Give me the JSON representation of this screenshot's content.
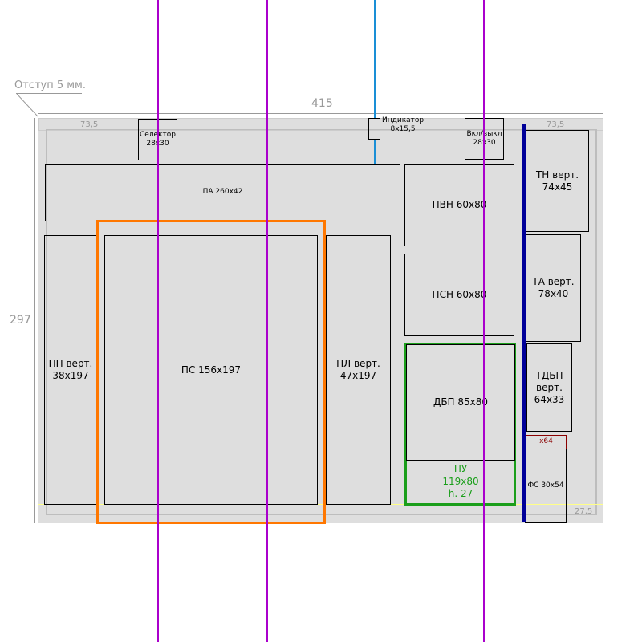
{
  "annotations": {
    "margin_label": "Отступ 5 мм.",
    "width_label": "415",
    "height_label": "297",
    "top_left_offset": "73,5",
    "top_right_offset": "73,5",
    "bottom_right_offset": "27,5"
  },
  "blocks": {
    "selector": "Селектор\n28x30",
    "indicator": "Индикатор\n8x15,5",
    "switch": "Вкл/выкл\n28x30",
    "pa": "ПА 260x42",
    "pvn": "ПВН 60x80",
    "psn": "ПСН 60x80",
    "dbp": "ДБП 85x80",
    "pu": "ПУ\n119x80\nh. 27",
    "tn": "ТН верт.\n74x45",
    "ta": "ТА верт.\n78x40",
    "tdbp": "ТДБП\nверт.\n64x33",
    "x64": "x64",
    "fs": "ФС 30x54",
    "pp": "ПП верт.\n38x197",
    "ps": "ПС 156x197",
    "pl": "ПЛ верт.\n47x197"
  },
  "colors": {
    "purple": "#aa00cc",
    "blue": "#1a8fd6",
    "navy": "#000099",
    "orange": "#ff7700",
    "green": "#1a9e1a",
    "darkred": "#8b0000"
  }
}
